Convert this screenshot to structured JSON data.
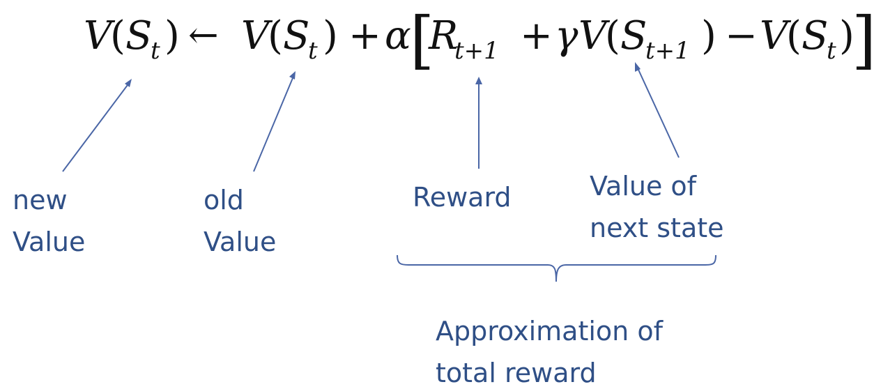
{
  "equation": {
    "lhs": {
      "v": "V",
      "open": "(",
      "s": "S",
      "sub": "t",
      "close": ")"
    },
    "assign": "←",
    "old_term": {
      "v": "V",
      "open": "(",
      "s": "S",
      "sub": "t",
      "close": ")"
    },
    "plus1": "+",
    "alpha": "α",
    "lbracket": "[",
    "reward_term": {
      "r": "R",
      "sub": "t+1"
    },
    "plus2": "+",
    "gamma": "γ",
    "next_term": {
      "v": "V",
      "open": "(",
      "s": "S",
      "sub": "t+1",
      "close": ")"
    },
    "minus": "−",
    "last_term": {
      "v": "V",
      "open": "(",
      "s": "S",
      "sub": "t",
      "close": ")"
    },
    "rbracket": "]"
  },
  "labels": {
    "new_value": [
      "new",
      "Value"
    ],
    "old_value": [
      "old",
      "Value"
    ],
    "reward": [
      "Reward"
    ],
    "next_state_value": [
      "Value of",
      "next state"
    ],
    "approximation": [
      "Approximation of",
      "total reward"
    ]
  },
  "colors": {
    "label_text": "#2f4f86",
    "arrow": "#4a66a6",
    "equation_text": "#111111"
  }
}
